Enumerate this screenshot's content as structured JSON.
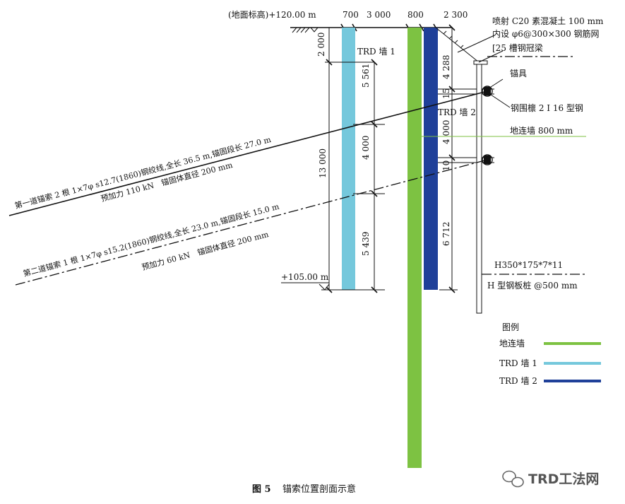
{
  "colors": {
    "diaphragm_wall": "#7dc242",
    "trd_wall_1": "#75c8dc",
    "trd_wall_2": "#1f4099",
    "ink": "#111111"
  },
  "labels": {
    "ground_elevation": "(地面标高)+120.00 m",
    "bottom_elevation": "+105.00 m",
    "top_dims": [
      "700",
      "3 000",
      "800",
      "2 300"
    ],
    "trd_wall_1": "TRD 墙 1",
    "trd_wall_2": "TRD 墙 2",
    "shotcrete_1": "喷射 C20 素混凝土 100 mm",
    "shotcrete_2": "内设 φ6@300×300 钢筋网",
    "crown_beam": "[25 槽钢冠梁",
    "anchorage": "锚具",
    "waler": "钢围檩 2 I 16 型钢",
    "diaphragm_wall": "地连墙 800 mm",
    "hpile_1": "H350*175*7*11",
    "hpile_2": "H 型钢板桩 @500 mm",
    "anchor1_a": "第一道锚索 2 根 1×7φ s12.7(1860)钢绞线,全长 36.5 m,锚固段长 27.0 m",
    "anchor1_b": "预加力 110 kN　锚固体直径 200 mm",
    "anchor2_a": "第二道锚索 1 根 1×7φ s15.2(1860)钢绞线,全长 23.0 m,锚固段长 15.0 m",
    "anchor2_b": "预加力 60 kN　锚固体直径 200 mm"
  },
  "dims_left": {
    "top": "2 000",
    "total": "13 000",
    "inner": [
      "5 561",
      "4 000",
      "5 439"
    ]
  },
  "dims_right": [
    "4 288",
    "15",
    "4 000",
    "10",
    "6 712"
  ],
  "legend": {
    "title": "图例",
    "items": [
      {
        "label": "地连墙",
        "color": "#7dc242"
      },
      {
        "label": "TRD 墙 1",
        "color": "#75c8dc"
      },
      {
        "label": "TRD 墙 2",
        "color": "#1f4099"
      }
    ]
  },
  "caption": {
    "num": "图 5",
    "text": "锚索位置剖面示意"
  },
  "watermark": {
    "text": "TRD工法网",
    "icon": "wechat-icon"
  }
}
